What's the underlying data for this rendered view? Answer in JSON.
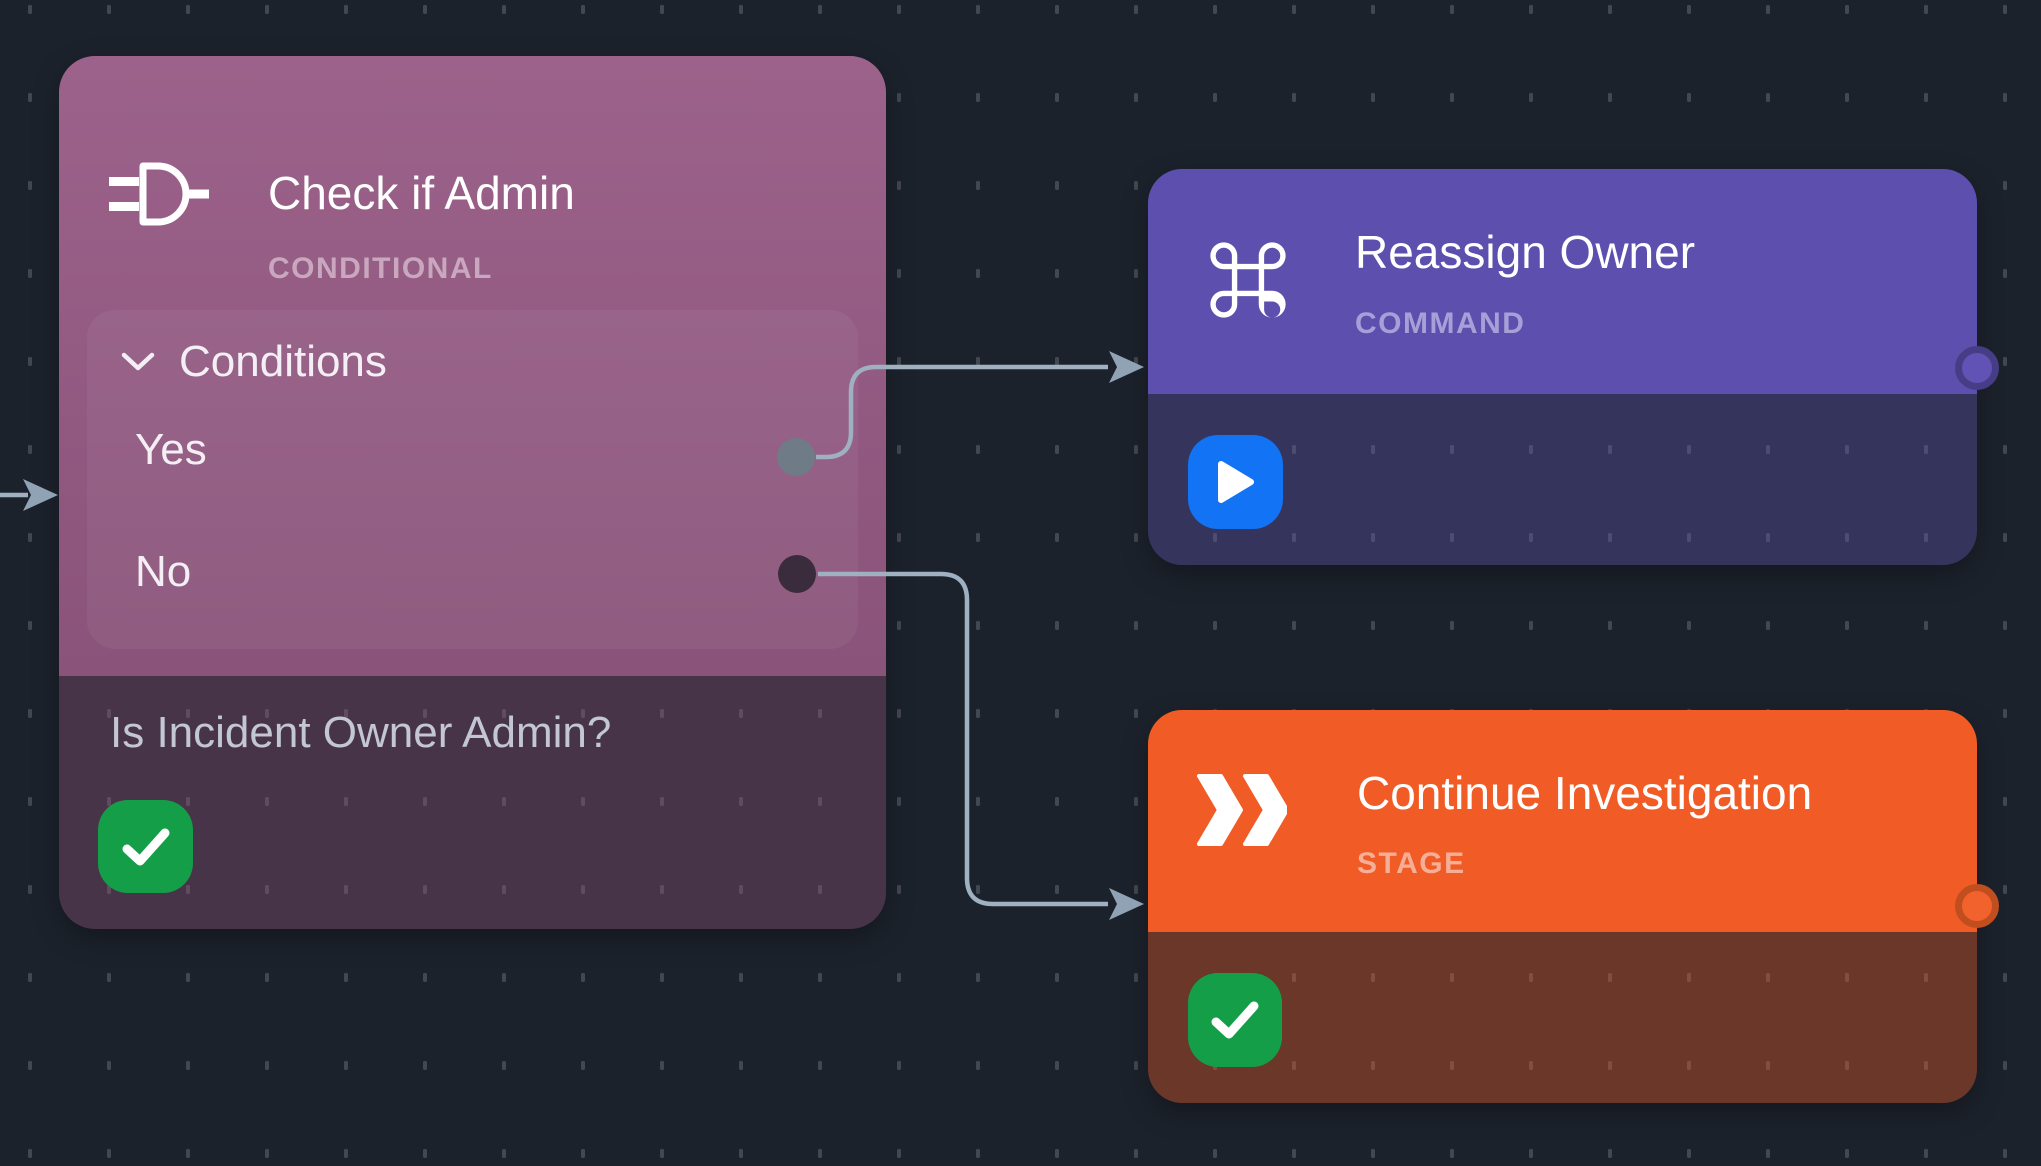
{
  "canvas": {
    "background": "#1C222C",
    "grid_dash_color": "#43474E",
    "edge_color": "#9FB1C1",
    "arrow_color": "#8FA3B5"
  },
  "nodes": {
    "conditional": {
      "title": "Check if Admin",
      "type_label": "CONDITIONAL",
      "icon": "logic-gate-icon",
      "header_color": "#935B83",
      "section": {
        "label": "Conditions",
        "collapsed": false,
        "options": [
          {
            "label": "Yes",
            "port_color": "#6F7B87"
          },
          {
            "label": "No",
            "port_color": "#3A2B3D"
          }
        ]
      },
      "description": "Is Incident Owner Admin?",
      "status": "success",
      "status_color": "#159E48"
    },
    "command": {
      "title": "Reassign Owner",
      "type_label": "COMMAND",
      "icon": "command-icon",
      "header_color": "#5D4FAE",
      "status": "running",
      "action_color": "#1273F4",
      "port_color": "#6152B5"
    },
    "stage": {
      "title": "Continue Investigation",
      "type_label": "STAGE",
      "icon": "double-chevron-icon",
      "header_color": "#F15C26",
      "status": "success",
      "status_color": "#159E48",
      "port_color": "#F2622C"
    }
  },
  "edges": [
    {
      "name": "incoming-edge",
      "to": "conditional"
    },
    {
      "name": "edge-yes",
      "from": "conditional:Yes",
      "to": "command"
    },
    {
      "name": "edge-no",
      "from": "conditional:No",
      "to": "stage"
    }
  ]
}
